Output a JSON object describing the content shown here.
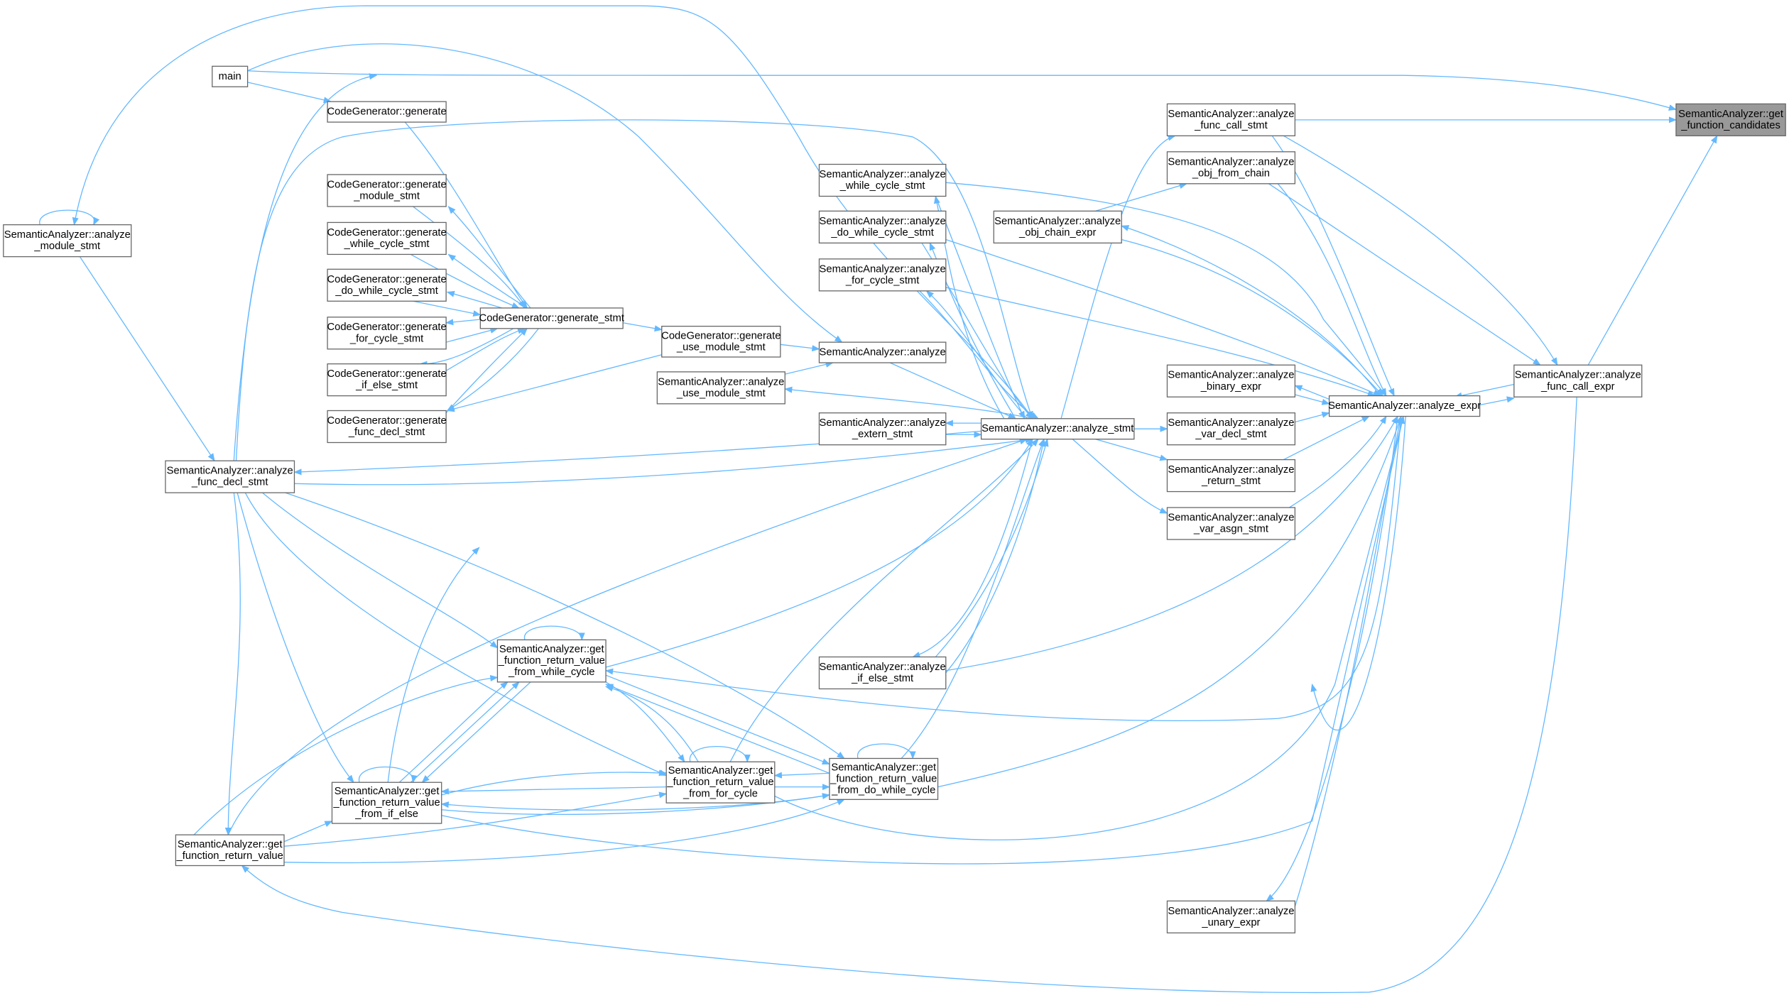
{
  "graph": {
    "edge_color": "#63b8ff",
    "highlight_fill": "#999999",
    "nodes": [
      {
        "id": "get_function_candidates",
        "lines": [
          "SemanticAnalyzer::get",
          "_function_candidates"
        ],
        "highlight": true
      },
      {
        "id": "main",
        "lines": [
          "main"
        ]
      },
      {
        "id": "cg_generate",
        "lines": [
          "CodeGenerator::generate"
        ]
      },
      {
        "id": "analyze_module_stmt",
        "lines": [
          "SemanticAnalyzer::analyze",
          "_module_stmt"
        ]
      },
      {
        "id": "gen_module_stmt",
        "lines": [
          "CodeGenerator::generate",
          "_module_stmt"
        ]
      },
      {
        "id": "gen_while_cycle_stmt",
        "lines": [
          "CodeGenerator::generate",
          "_while_cycle_stmt"
        ]
      },
      {
        "id": "gen_do_while_cycle_stmt",
        "lines": [
          "CodeGenerator::generate",
          "_do_while_cycle_stmt"
        ]
      },
      {
        "id": "gen_for_cycle_stmt",
        "lines": [
          "CodeGenerator::generate",
          "_for_cycle_stmt"
        ]
      },
      {
        "id": "gen_if_else_stmt",
        "lines": [
          "CodeGenerator::generate",
          "_if_else_stmt"
        ]
      },
      {
        "id": "gen_func_decl_stmt",
        "lines": [
          "CodeGenerator::generate",
          "_func_decl_stmt"
        ]
      },
      {
        "id": "gen_stmt",
        "lines": [
          "CodeGenerator::generate_stmt"
        ]
      },
      {
        "id": "gen_use_module_stmt",
        "lines": [
          "CodeGenerator::generate",
          "_use_module_stmt"
        ]
      },
      {
        "id": "sa_analyze",
        "lines": [
          "SemanticAnalyzer::analyze"
        ]
      },
      {
        "id": "analyze_use_module_stmt",
        "lines": [
          "SemanticAnalyzer::analyze",
          "_use_module_stmt"
        ]
      },
      {
        "id": "analyze_while_cycle_stmt",
        "lines": [
          "SemanticAnalyzer::analyze",
          "_while_cycle_stmt"
        ]
      },
      {
        "id": "analyze_do_while_cycle_stmt",
        "lines": [
          "SemanticAnalyzer::analyze",
          "_do_while_cycle_stmt"
        ]
      },
      {
        "id": "analyze_for_cycle_stmt",
        "lines": [
          "SemanticAnalyzer::analyze",
          "_for_cycle_stmt"
        ]
      },
      {
        "id": "analyze_extern_stmt",
        "lines": [
          "SemanticAnalyzer::analyze",
          "_extern_stmt"
        ]
      },
      {
        "id": "analyze_stmt",
        "lines": [
          "SemanticAnalyzer::analyze_stmt"
        ]
      },
      {
        "id": "analyze_func_decl_stmt",
        "lines": [
          "SemanticAnalyzer::analyze",
          "_func_decl_stmt"
        ]
      },
      {
        "id": "analyze_func_call_stmt",
        "lines": [
          "SemanticAnalyzer::analyze",
          "_func_call_stmt"
        ]
      },
      {
        "id": "analyze_obj_from_chain",
        "lines": [
          "SemanticAnalyzer::analyze",
          "_obj_from_chain"
        ]
      },
      {
        "id": "analyze_obj_chain_expr",
        "lines": [
          "SemanticAnalyzer::analyze",
          "_obj_chain_expr"
        ]
      },
      {
        "id": "analyze_binary_expr",
        "lines": [
          "SemanticAnalyzer::analyze",
          "_binary_expr"
        ]
      },
      {
        "id": "analyze_var_decl_stmt",
        "lines": [
          "SemanticAnalyzer::analyze",
          "_var_decl_stmt"
        ]
      },
      {
        "id": "analyze_return_stmt",
        "lines": [
          "SemanticAnalyzer::analyze",
          "_return_stmt"
        ]
      },
      {
        "id": "analyze_var_asgn_stmt",
        "lines": [
          "SemanticAnalyzer::analyze",
          "_var_asgn_stmt"
        ]
      },
      {
        "id": "analyze_expr",
        "lines": [
          "SemanticAnalyzer::analyze_expr"
        ]
      },
      {
        "id": "analyze_func_call_expr",
        "lines": [
          "SemanticAnalyzer::analyze",
          "_func_call_expr"
        ]
      },
      {
        "id": "rv_while",
        "lines": [
          "SemanticAnalyzer::get",
          "_function_return_value",
          "_from_while_cycle"
        ]
      },
      {
        "id": "analyze_if_else_stmt",
        "lines": [
          "SemanticAnalyzer::analyze",
          "_if_else_stmt"
        ]
      },
      {
        "id": "rv_for",
        "lines": [
          "SemanticAnalyzer::get",
          "_function_return_value",
          "_from_for_cycle"
        ]
      },
      {
        "id": "rv_do_while",
        "lines": [
          "SemanticAnalyzer::get",
          "_function_return_value",
          "_from_do_while_cycle"
        ]
      },
      {
        "id": "rv_if_else",
        "lines": [
          "SemanticAnalyzer::get",
          "_function_return_value",
          "_from_if_else"
        ]
      },
      {
        "id": "get_function_return_value",
        "lines": [
          "SemanticAnalyzer::get",
          "_function_return_value"
        ]
      },
      {
        "id": "analyze_unary_expr",
        "lines": [
          "SemanticAnalyzer::analyze",
          "_unary_expr"
        ]
      }
    ]
  }
}
